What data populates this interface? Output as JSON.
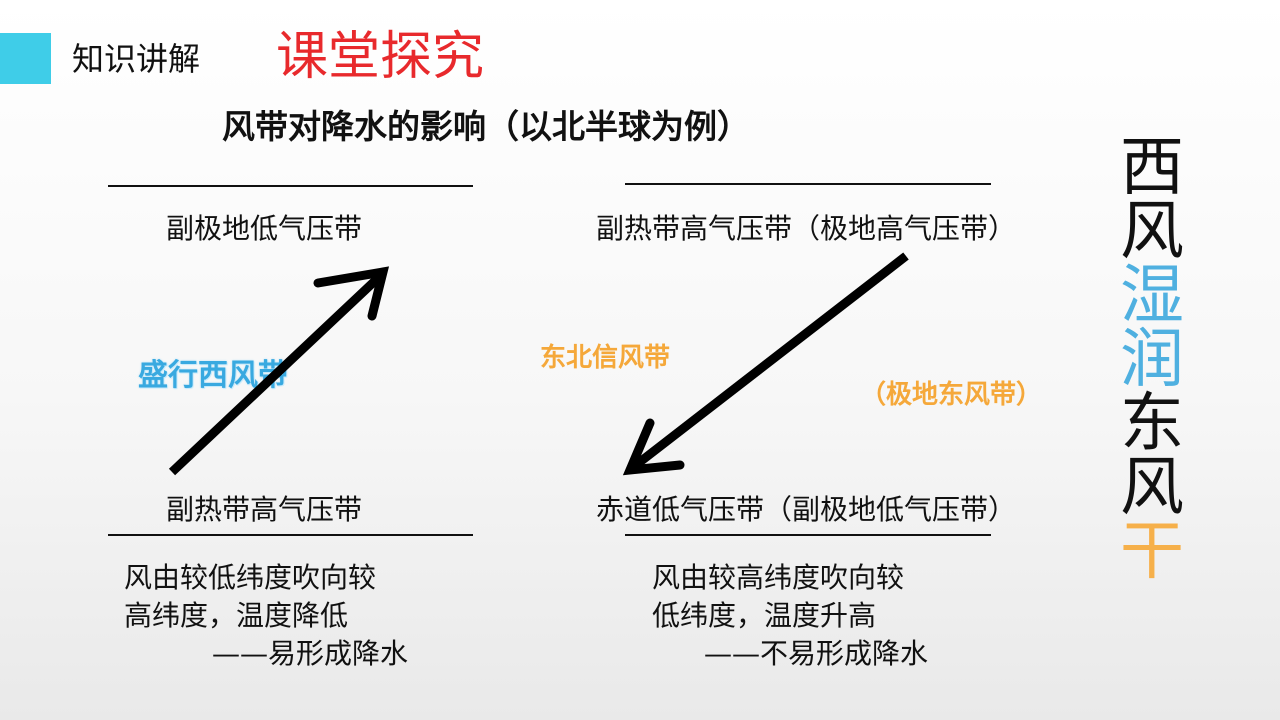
{
  "header": {
    "section_label": "知识讲解",
    "title": "课堂探究",
    "title_color": "#e8292c",
    "accent_color": "#3fcde8"
  },
  "main_title": "风带对降水的影响（以北半球为例）",
  "left": {
    "top_belt": "副极地低气压带",
    "bottom_belt": "副热带高气压带",
    "wind_label": "盛行西风带",
    "wind_color": "#39a9e0",
    "desc_line1": "风由较低纬度吹向较",
    "desc_line2": "高纬度，温度降低",
    "desc_line3": "——易形成降水"
  },
  "right": {
    "top_belt": "副热带高气压带（极地高气压带）",
    "bottom_belt": "赤道低气压带（副极地低气压带）",
    "wind_label": "东北信风带",
    "wind_label_alt": "（极地东风带）",
    "wind_color": "#f5a83a",
    "desc_line1": "风由较高纬度吹向较",
    "desc_line2": "低纬度，温度升高",
    "desc_line3": "——不易形成降水"
  },
  "vertical": {
    "chars": [
      "西",
      "风",
      "湿",
      "润",
      "东",
      "风",
      "干"
    ],
    "colors": [
      "#111111",
      "#111111",
      "#4fb0e0",
      "#4fb0e0",
      "#111111",
      "#111111",
      "#f6b04a"
    ]
  },
  "icons": {
    "left_arrow": "arrow-up-right-icon",
    "right_arrow": "arrow-down-left-icon"
  }
}
